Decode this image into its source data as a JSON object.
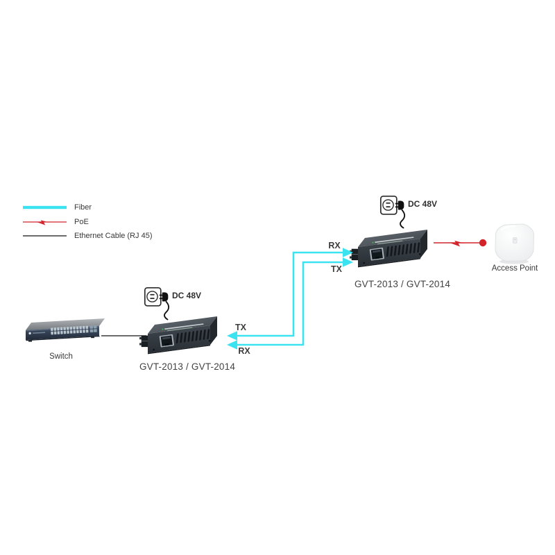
{
  "legend": {
    "items": [
      {
        "id": "fiber",
        "label": "Fiber"
      },
      {
        "id": "poe",
        "label": "PoE"
      },
      {
        "id": "ethernet",
        "label": "Ethernet Cable (RJ 45)"
      }
    ]
  },
  "devices": {
    "switch": {
      "label": "Switch"
    },
    "converter_left": {
      "model": "GVT-2013 / GVT-2014",
      "power": "DC 48V"
    },
    "converter_right": {
      "model": "GVT-2013 / GVT-2014",
      "power": "DC 48V"
    },
    "access_point": {
      "label": "Access Point"
    }
  },
  "fiber_links": {
    "left": {
      "tx": "TX",
      "rx": "RX"
    },
    "right": {
      "tx": "TX",
      "rx": "RX"
    }
  },
  "colors": {
    "fiber": "#3ae3ef",
    "poe": "#d2232a",
    "ethernet": "#3a3a3a"
  }
}
